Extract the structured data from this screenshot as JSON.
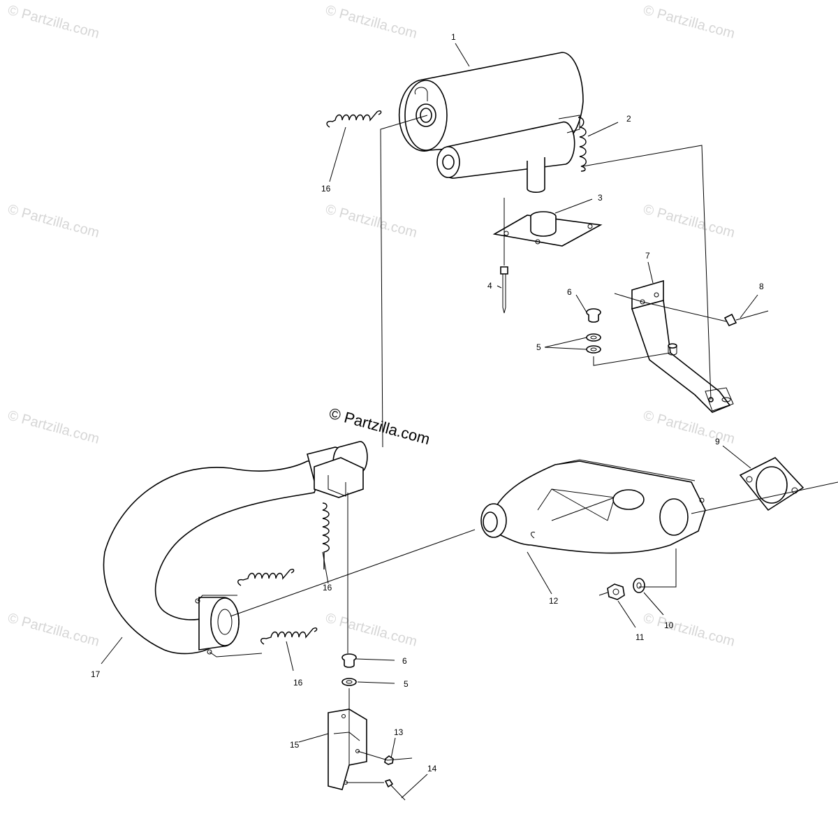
{
  "watermark": {
    "main_text": "© Partzilla.com",
    "faint_text": "© Partzilla.com"
  },
  "callouts": {
    "c1": "1",
    "c2": "2",
    "c3": "3",
    "c4": "4",
    "c5a": "5",
    "c5b": "5",
    "c6a": "6",
    "c6b": "6",
    "c7": "7",
    "c8": "8",
    "c9": "9",
    "c10": "10",
    "c11": "11",
    "c12": "12",
    "c13": "13",
    "c14": "14",
    "c15": "15",
    "c16a": "16",
    "c16b": "16",
    "c16c": "16",
    "c17": "17"
  },
  "parts": {
    "muffler": "muffler-icon",
    "spring": "spring-icon",
    "grommet": "grommet-icon",
    "bolt": "bolt-icon",
    "washer": "washer-icon",
    "bracket": "bracket-icon",
    "gasket": "gasket-icon",
    "nut": "nut-icon",
    "manifold": "manifold-icon",
    "exhaust_pipe": "exhaust-pipe-icon"
  }
}
